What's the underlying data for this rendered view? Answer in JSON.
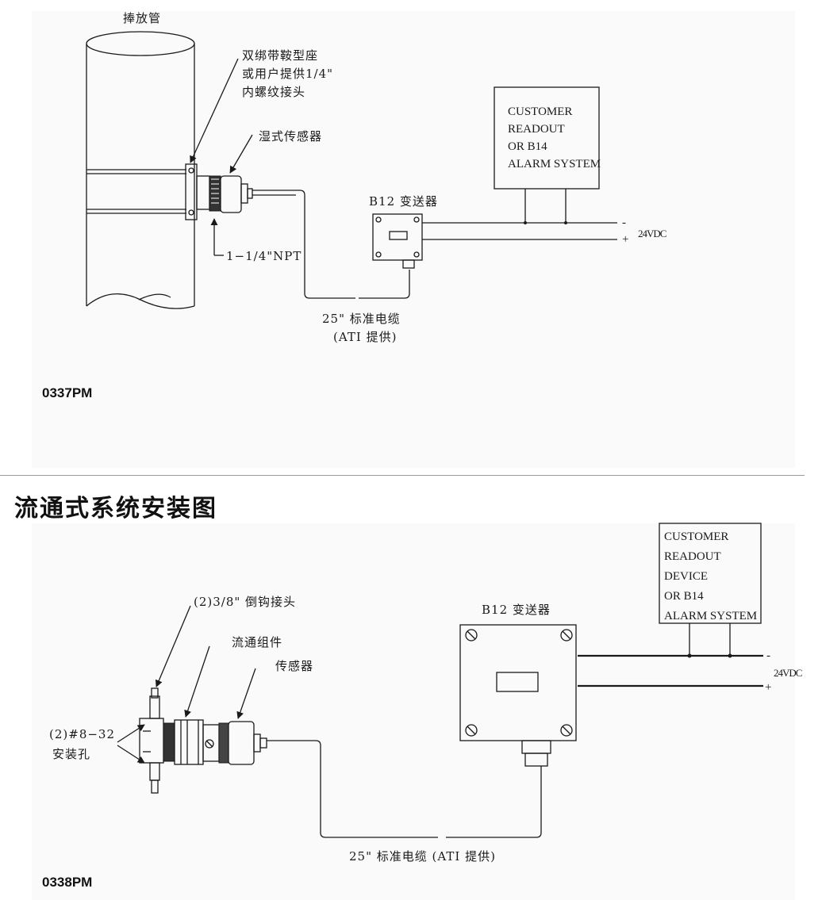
{
  "top_diagram": {
    "pipe_label": "捧放管",
    "saddle_label_line1": "双绑带鞍型座",
    "saddle_label_line2": "或用户提供1/4\"",
    "saddle_label_line3": "内螺纹接头",
    "sensor_label": "湿式传感器",
    "npt_label": "1−1/4\"NPT",
    "transmitter_label": "B12 变送器",
    "cable_label_line1": "25\" 标准电缆",
    "cable_label_line2": "(ATI 提供)",
    "readout_line1": "CUSTOMER",
    "readout_line2": "READOUT",
    "readout_line3": "OR B14",
    "readout_line4": "ALARM SYSTEM",
    "minus_sign": "-",
    "plus_sign": "+",
    "voltage_label": "24VDC",
    "drawing_id": "0337PM"
  },
  "section_title": "流通式系统安装图",
  "bottom_diagram": {
    "barb_label": "(2)3/8\" 倒钩接头",
    "flow_assembly_label": "流通组件",
    "sensor_label": "传感器",
    "mount_label_line1": "(2)#8−32",
    "mount_label_line2": "安装孔",
    "transmitter_label": "B12 变送器",
    "readout_line1": "CUSTOMER",
    "readout_line2": "READOUT",
    "readout_line3": "DEVICE",
    "readout_line4": "OR B14",
    "readout_line5": "ALARM SYSTEM",
    "minus_sign": "-",
    "plus_sign": "+",
    "voltage_label": "24VDC",
    "cable_label": "25\" 标准电缆 (ATI 提供)",
    "drawing_id": "0338PM"
  }
}
